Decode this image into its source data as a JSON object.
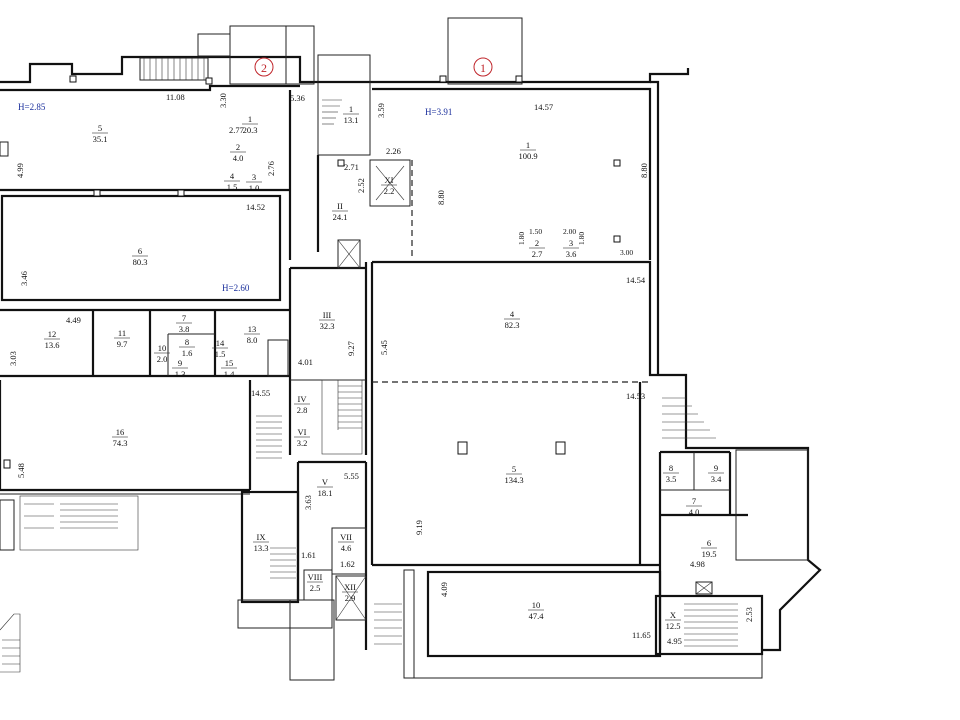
{
  "axes": [
    {
      "id": "axis-2",
      "label": "2"
    },
    {
      "id": "axis-1",
      "label": "1"
    }
  ],
  "heights": {
    "h_left": "H=2.85",
    "h_right": "H=3.91",
    "h_mid": "H=2.60"
  },
  "dims": {
    "d_1108": "11.08",
    "d_330": "3.30",
    "d_536": "5.36",
    "d_359": "3.59",
    "d_1457": "14.57",
    "d_277": "2.77",
    "d_276": "2.76",
    "d_499": "4.99",
    "d_226": "2.26",
    "d_271": "2.71",
    "d_252": "2.52",
    "d_880a": "8.80",
    "d_880b": "8.80",
    "d_1452": "14.52",
    "d_150": "1.50",
    "d_200": "2.00",
    "d_180a": "1.80",
    "d_180b": "1.80",
    "d_300": "3.00",
    "d_346": "3.46",
    "d_1454": "14.54",
    "d_449": "4.49",
    "d_303": "3.03",
    "d_927": "9.27",
    "d_545": "5.45",
    "d_401": "4.01",
    "d_1455": "14.55",
    "d_1453": "14.53",
    "d_548": "5.48",
    "d_555": "5.55",
    "d_363": "3.63",
    "d_919": "9.19",
    "d_498": "4.98",
    "d_161": "1.61",
    "d_162": "1.62",
    "d_409": "4.09",
    "d_1165": "11.65",
    "d_253": "2.53",
    "d_495": "4.95"
  },
  "rooms": {
    "r_5a": {
      "num": "5",
      "area": "35.1"
    },
    "r_1a": {
      "num": "1",
      "area": "20.3"
    },
    "r_1b": {
      "num": "1",
      "area": "13.1"
    },
    "r_1c": {
      "num": "1",
      "area": "100.9"
    },
    "r_2a": {
      "num": "2",
      "area": "4.0"
    },
    "r_4a": {
      "num": "4",
      "area": "1.5"
    },
    "r_3a": {
      "num": "3",
      "area": "1.0"
    },
    "r_II": {
      "num": "II",
      "area": "24.1"
    },
    "r_XI": {
      "num": "XI",
      "area": "2.2"
    },
    "r_6a": {
      "num": "6",
      "area": "80.3"
    },
    "r_2b": {
      "num": "2",
      "area": "2.7"
    },
    "r_3b": {
      "num": "3",
      "area": "3.6"
    },
    "r_12": {
      "num": "12",
      "area": "13.6"
    },
    "r_11": {
      "num": "11",
      "area": "9.7"
    },
    "r_7a": {
      "num": "7",
      "area": "3.8"
    },
    "r_13": {
      "num": "13",
      "area": "8.0"
    },
    "r_10a": {
      "num": "10",
      "area": "2.0"
    },
    "r_8a": {
      "num": "8",
      "area": "1.6"
    },
    "r_14": {
      "num": "14",
      "area": "1.5"
    },
    "r_9a": {
      "num": "9",
      "area": "1.3"
    },
    "r_15": {
      "num": "15",
      "area": "1.4"
    },
    "r_III": {
      "num": "III",
      "area": "32.3"
    },
    "r_4b": {
      "num": "4",
      "area": "82.3"
    },
    "r_IV": {
      "num": "IV",
      "area": "2.8"
    },
    "r_VI": {
      "num": "VI",
      "area": "3.2"
    },
    "r_16": {
      "num": "16",
      "area": "74.3"
    },
    "r_5b": {
      "num": "5",
      "area": "134.3"
    },
    "r_V": {
      "num": "V",
      "area": "18.1"
    },
    "r_8b": {
      "num": "8",
      "area": "3.5"
    },
    "r_9b": {
      "num": "9",
      "area": "3.4"
    },
    "r_7b": {
      "num": "7",
      "area": "4.0"
    },
    "r_6b": {
      "num": "6",
      "area": "19.5"
    },
    "r_IX": {
      "num": "IX",
      "area": "13.3"
    },
    "r_VII": {
      "num": "VII",
      "area": "4.6"
    },
    "r_VIII": {
      "num": "VIII",
      "area": "2.5"
    },
    "r_XII": {
      "num": "XII",
      "area": "2.9"
    },
    "r_10b": {
      "num": "10",
      "area": "47.4"
    },
    "r_X": {
      "num": "X",
      "area": "12.5"
    }
  },
  "colors": {
    "wall": "#111111",
    "axis": "#c0262c",
    "height_note": "#1a2f9c"
  }
}
